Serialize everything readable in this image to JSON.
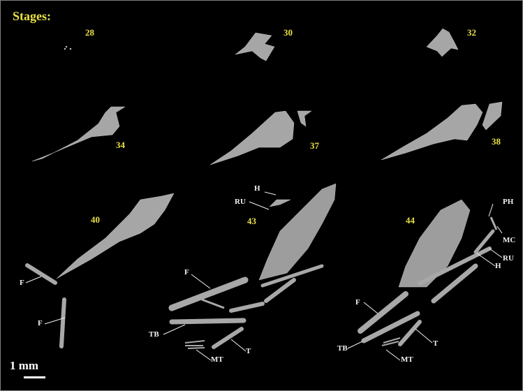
{
  "figure": {
    "title": "Stages:",
    "scale_bar": "1 mm",
    "colors": {
      "background": "#000000",
      "stage_label": "#e8e043",
      "annotation": "#f2f2f2",
      "bone": "#b9b9b9"
    },
    "stages": [
      {
        "label": "28",
        "row": 1
      },
      {
        "label": "30",
        "row": 1
      },
      {
        "label": "32",
        "row": 1
      },
      {
        "label": "34",
        "row": 2
      },
      {
        "label": "37",
        "row": 2
      },
      {
        "label": "38",
        "row": 2
      },
      {
        "label": "40",
        "row": 3
      },
      {
        "label": "43",
        "row": 3
      },
      {
        "label": "44",
        "row": 3
      }
    ],
    "annotations": {
      "stage40": [
        "F",
        "F"
      ],
      "stage43": [
        "H",
        "RU",
        "F",
        "TB",
        "T",
        "MT"
      ],
      "stage44": [
        "PH",
        "MC",
        "RU",
        "H",
        "F",
        "TB",
        "T",
        "MT"
      ]
    }
  }
}
